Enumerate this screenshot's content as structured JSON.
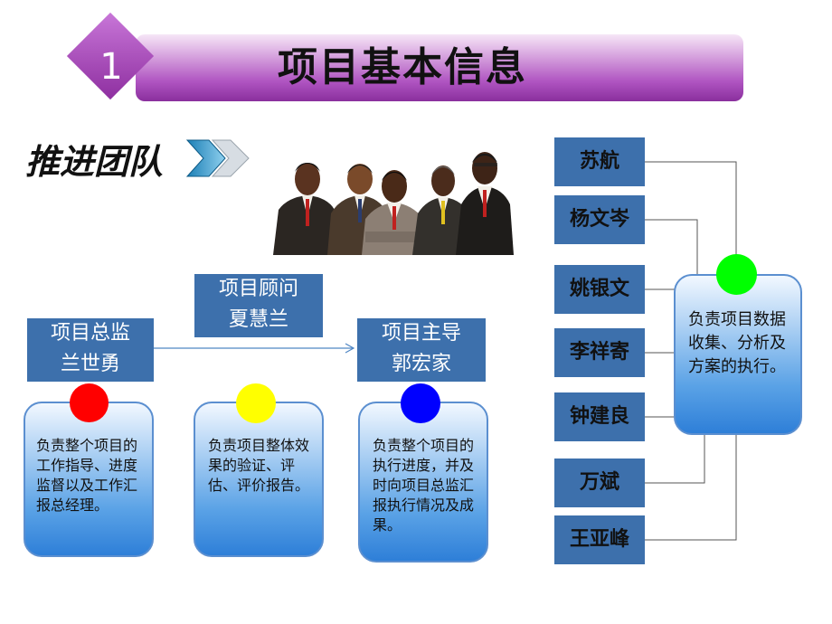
{
  "header": {
    "number": "1",
    "title": "项目基本信息"
  },
  "section": {
    "title": "推进团队"
  },
  "roles": {
    "supervisor": {
      "title": "项目总监",
      "name": "兰世勇",
      "desc": "负责整个项目的工作指导、进度监督以及工作汇报总经理。"
    },
    "advisor": {
      "title": "项目顾问",
      "name": "夏慧兰",
      "desc": "负责项目整体效果的验证、评估、评价报告。"
    },
    "lead": {
      "title": "项目主导",
      "name": "郭宏家",
      "desc": "负责整个项目的执行进度，并及时向项目总监汇报执行情况及成果。"
    }
  },
  "members": [
    "苏航",
    "杨文岑",
    "姚银文",
    "李祥寄",
    "钟建良",
    "万斌",
    "王亚峰"
  ],
  "team_desc": "负责项目数据收集、分析及方案的执行。",
  "colors": {
    "role_box": "#3d70ac",
    "ball_red": "#ff0000",
    "ball_yellow": "#ffff00",
    "ball_blue": "#0000ff",
    "ball_green": "#00ff00",
    "banner": "#b055c2"
  }
}
